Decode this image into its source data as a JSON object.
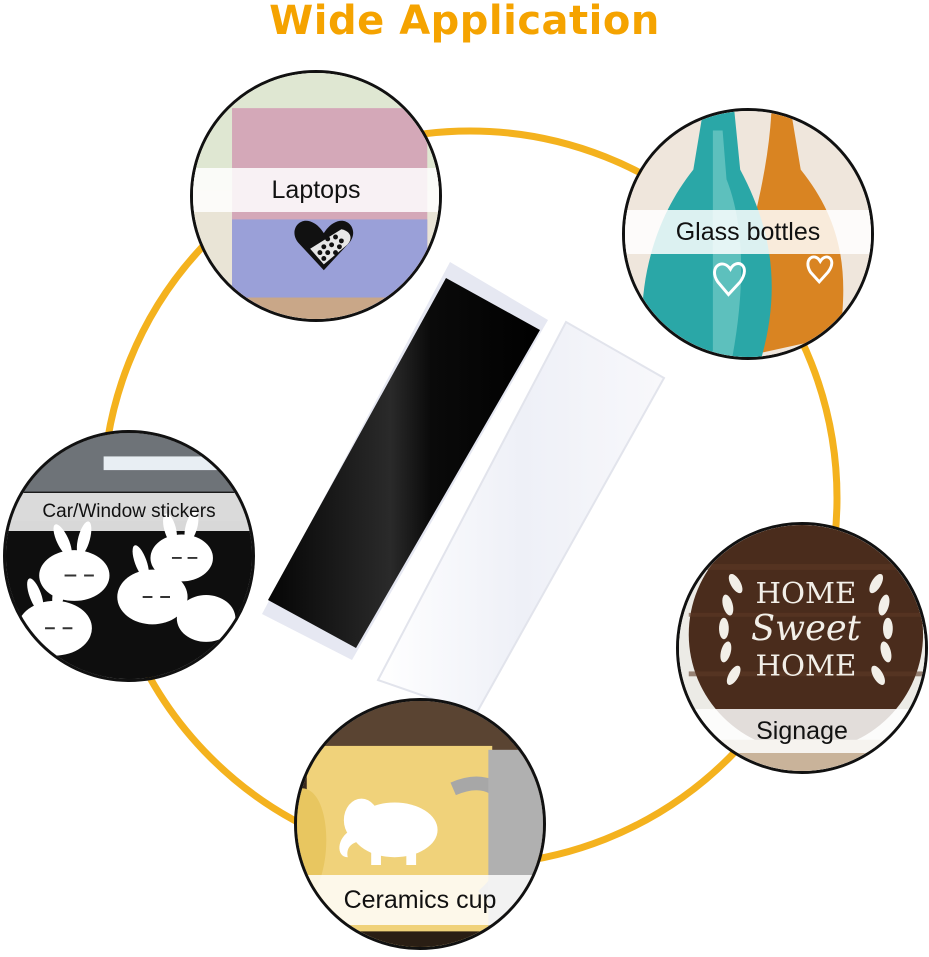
{
  "header": {
    "title": "Wide Application"
  },
  "colors": {
    "accent": "#f5a300",
    "ring": "#f4b21e",
    "outline": "#111111"
  },
  "items": [
    {
      "label": "Laptops",
      "icon": "heart-decal-icon"
    },
    {
      "label": "Glass bottles",
      "icon": "heart-doodle-icon"
    },
    {
      "label": "Car/Window stickers",
      "icon": "bunny-sticker-icon"
    },
    {
      "label": "Signage",
      "icon": "laurel-icon"
    },
    {
      "label": "Ceramics cup",
      "icon": "elephant-icon"
    }
  ],
  "signage_art": {
    "line1": "HOME",
    "line2": "Sweet",
    "line3": "HOME"
  },
  "product": {
    "rolls": [
      "black-vinyl-roll",
      "white-vinyl-roll"
    ]
  }
}
